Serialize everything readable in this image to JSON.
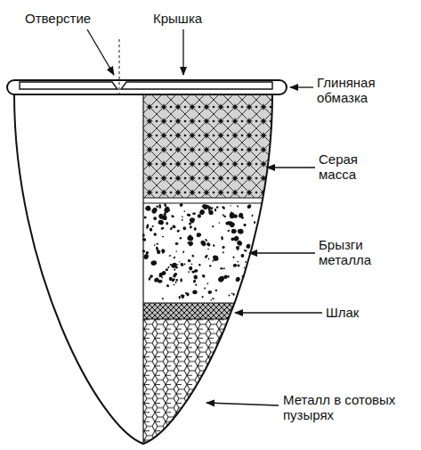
{
  "diagram": {
    "labels": [
      "Отверстие",
      "Крышка",
      "Глиняная обмазка",
      "Серая масса",
      "Брызги металла",
      "Шлак",
      "Металл в сотовых пузырях"
    ]
  }
}
